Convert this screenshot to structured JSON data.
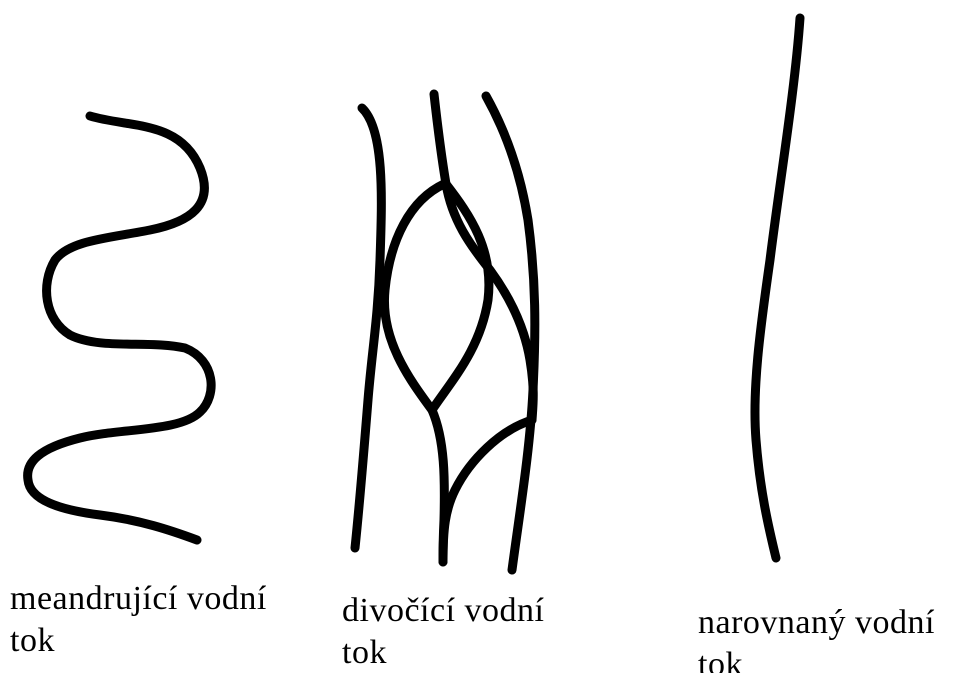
{
  "diagrams": [
    {
      "id": "meandering",
      "caption_line1": "meandrující vodní",
      "caption_line2": "tok"
    },
    {
      "id": "braided",
      "caption_line1": "divočící vodní",
      "caption_line2": "tok"
    },
    {
      "id": "straightened",
      "caption_line1": "narovnaný vodní",
      "caption_line2": "tok"
    }
  ],
  "colors": {
    "stroke": "#000000",
    "background": "#ffffff"
  }
}
